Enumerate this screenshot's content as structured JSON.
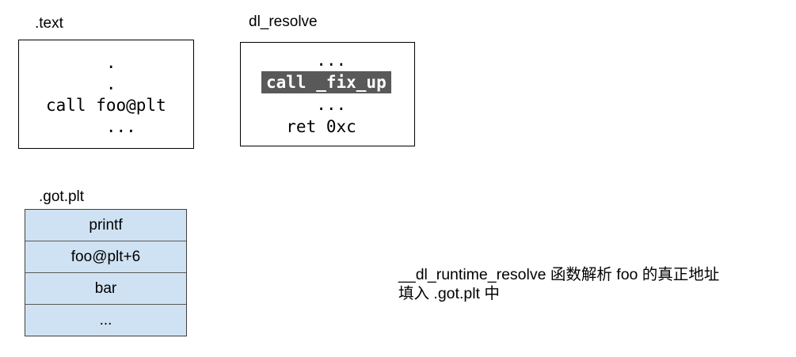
{
  "colors": {
    "background": "#ffffff",
    "text_color": "#000000",
    "box_border": "#000000",
    "highlight_bg": "#595959",
    "highlight_text": "#ffffff",
    "table_fill": "#cfe2f3",
    "table_border": "#404040",
    "table_divider": "#595959"
  },
  "boxes": {
    "text_section": {
      "label": ".text",
      "lines": [
        "      .",
        "      .",
        "call foo@plt",
        "      ..."
      ]
    },
    "dl_resolve": {
      "label": "dl_resolve",
      "line_dots_top": "     ...",
      "highlighted_line": "call _fix_up",
      "line_dots_bottom": "     ...",
      "line_ret": "  ret 0xc"
    },
    "got_plt": {
      "label": ".got.plt",
      "rows": [
        "printf",
        "foo@plt+6",
        "bar",
        "..."
      ]
    }
  },
  "caption": {
    "line1": "__dl_runtime_resolve 函数解析 foo 的真正地址",
    "line2": "填入 .got.plt 中"
  }
}
